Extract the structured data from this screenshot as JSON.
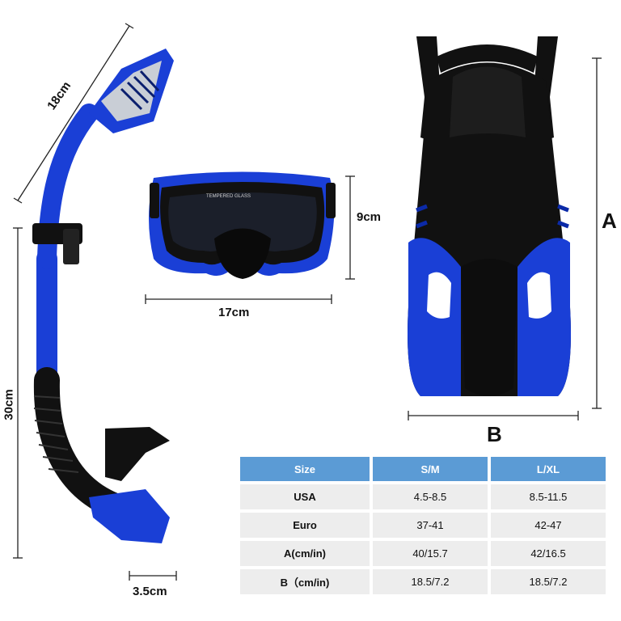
{
  "colors": {
    "gear_blue": "#1a3fd6",
    "gear_black": "#111111",
    "header_blue": "#5b9bd5",
    "row_gray": "#ededed"
  },
  "snorkel": {
    "top_length": "18cm",
    "body_length": "30cm",
    "mouthpiece_width": "3.5cm"
  },
  "mask": {
    "brand_text": "TEMPERED GLASS",
    "height": "9cm",
    "width": "17cm"
  },
  "fin": {
    "label_a": "A",
    "label_b": "B"
  },
  "size_table": {
    "headers": [
      "Size",
      "S/M",
      "L/XL"
    ],
    "rows": [
      [
        "USA",
        "4.5-8.5",
        "8.5-11.5"
      ],
      [
        "Euro",
        "37-41",
        "42-47"
      ],
      [
        "A(cm/in)",
        "40/15.7",
        "42/16.5"
      ],
      [
        "B（cm/in)",
        "18.5/7.2",
        "18.5/7.2"
      ]
    ]
  }
}
